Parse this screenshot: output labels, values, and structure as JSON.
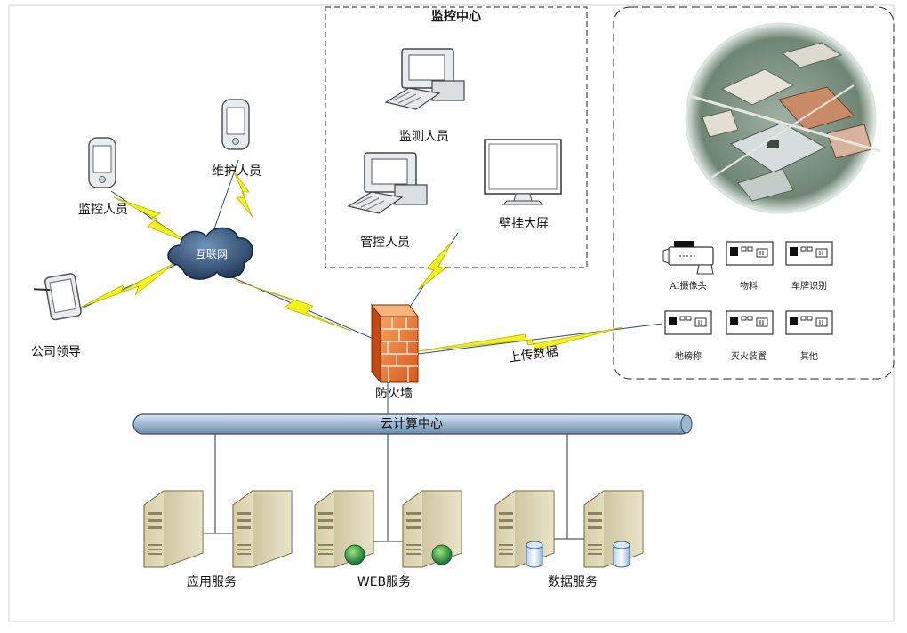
{
  "monitor_center": {
    "title": "监控中心"
  },
  "people": {
    "monitor": "监控人员",
    "maintain": "维护人员",
    "leader": "公司领导",
    "detect": "监测人员",
    "manage": "管控人员"
  },
  "internet": "互联网",
  "wall_screen": "壁挂大屏",
  "firewall": "防火墙",
  "upload": "上传数据",
  "cloud_center": "云计算中心",
  "servers": {
    "app": "应用服务",
    "web": "WEB服务",
    "data": "数据服务"
  },
  "devices": {
    "ai_camera": "AI摄像头",
    "material": "物料",
    "plate": "车牌识别",
    "scale": "地磅称",
    "fire": "灭火装置",
    "other": "其他"
  }
}
